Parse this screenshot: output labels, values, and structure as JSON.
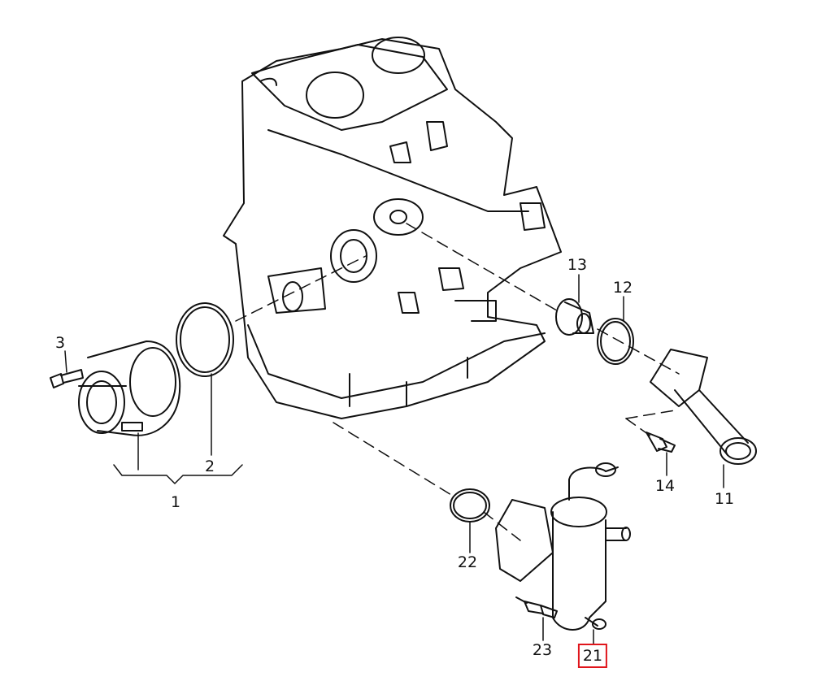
{
  "diagram": {
    "labels": {
      "p1": "1",
      "p2": "2",
      "p3": "3",
      "p11": "11",
      "p12": "12",
      "p13": "13",
      "p14": "14",
      "p21": "21",
      "p22": "22",
      "p23": "23"
    },
    "highlighted_part": "21",
    "highlight_color": "#e0151b"
  }
}
